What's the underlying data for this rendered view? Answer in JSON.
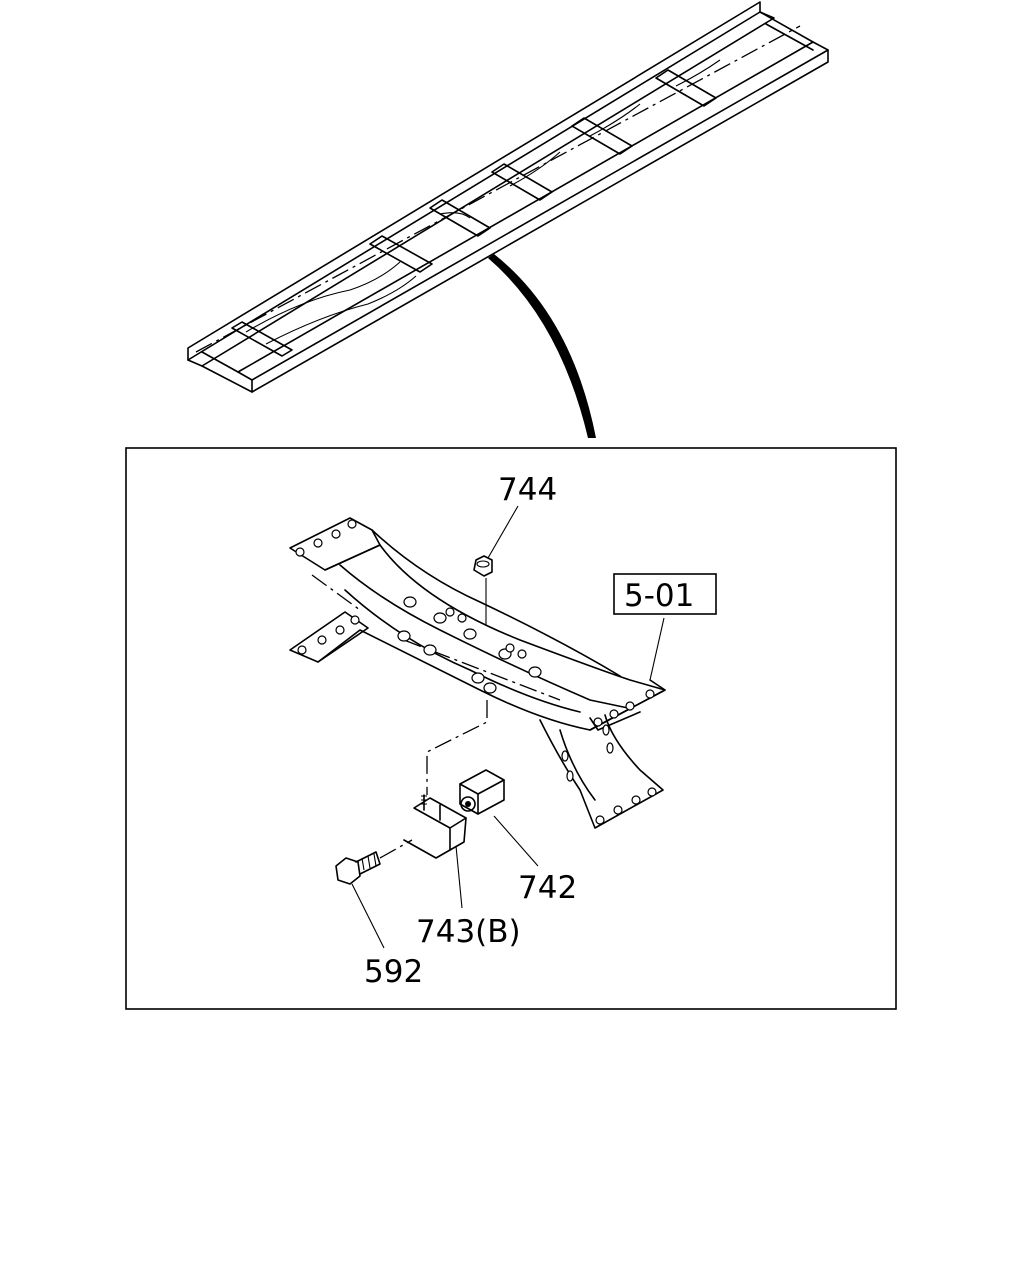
{
  "callouts": {
    "c744": "744",
    "c501": "5-01",
    "c742": "742",
    "c743": "743(B)",
    "c592": "592"
  }
}
